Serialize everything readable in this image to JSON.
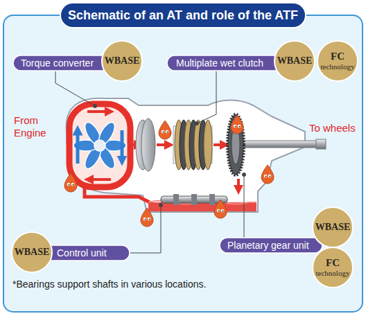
{
  "diagram": {
    "title": "Schematic of an AT and role of the ATF",
    "nodes": [
      {
        "text": [
          "Torque converter"
        ]
      },
      {
        "text": [
          "WBASE"
        ]
      },
      {
        "text": [
          "Multiplate wet clutch"
        ]
      },
      {
        "text": [
          "WBASE"
        ]
      },
      {
        "text": [
          "FC technology"
        ]
      },
      {
        "text": [
          "WBASE"
        ]
      },
      {
        "text": [
          "WBASE"
        ]
      },
      {
        "text": [
          "Control unit"
        ]
      },
      {
        "text": [
          "Planetary gear unit"
        ]
      },
      {
        "text": [
          "FC technology"
        ]
      }
    ],
    "labels": [
      "From Engine",
      "To wheels",
      "*Bearings support shafts in various locations."
    ]
  }
}
